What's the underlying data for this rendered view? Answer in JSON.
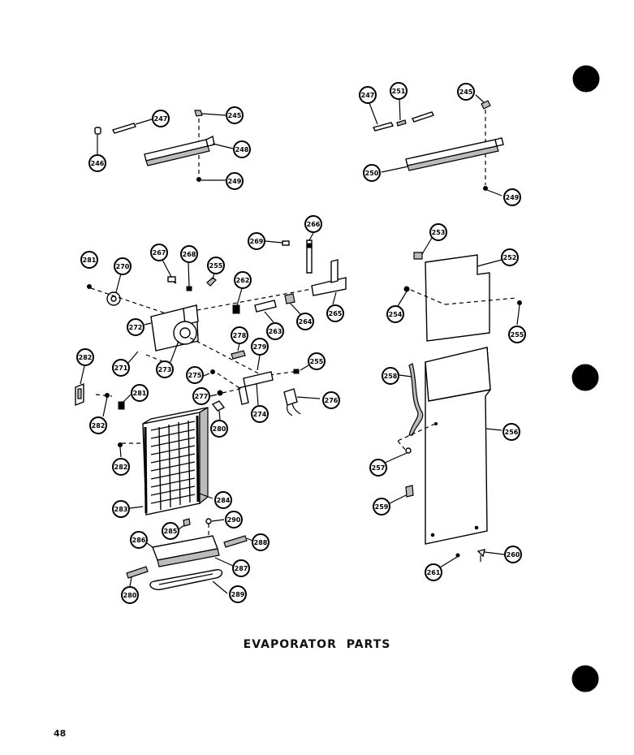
{
  "caption": "EVAPORATOR PARTS",
  "page_number": "48",
  "callouts": [
    {
      "id": "c247a",
      "label": "247"
    },
    {
      "id": "c245a",
      "label": "245"
    },
    {
      "id": "c246",
      "label": "246"
    },
    {
      "id": "c248",
      "label": "248"
    },
    {
      "id": "c249a",
      "label": "249"
    },
    {
      "id": "c247b",
      "label": "247"
    },
    {
      "id": "c251",
      "label": "251"
    },
    {
      "id": "c245b",
      "label": "245"
    },
    {
      "id": "c250",
      "label": "250"
    },
    {
      "id": "c249b",
      "label": "249"
    },
    {
      "id": "c266",
      "label": "266"
    },
    {
      "id": "c269",
      "label": "269"
    },
    {
      "id": "c281a",
      "label": "281"
    },
    {
      "id": "c270",
      "label": "270"
    },
    {
      "id": "c267",
      "label": "267"
    },
    {
      "id": "c268",
      "label": "268"
    },
    {
      "id": "c255a",
      "label": "255"
    },
    {
      "id": "c262",
      "label": "262"
    },
    {
      "id": "c265",
      "label": "265"
    },
    {
      "id": "c264",
      "label": "264"
    },
    {
      "id": "c263",
      "label": "263"
    },
    {
      "id": "c272",
      "label": "272"
    },
    {
      "id": "c278",
      "label": "278"
    },
    {
      "id": "c279",
      "label": "279"
    },
    {
      "id": "c271",
      "label": "271"
    },
    {
      "id": "c273",
      "label": "273"
    },
    {
      "id": "c255b",
      "label": "255"
    },
    {
      "id": "c275",
      "label": "275"
    },
    {
      "id": "c282a",
      "label": "282"
    },
    {
      "id": "c277",
      "label": "277"
    },
    {
      "id": "c276",
      "label": "276"
    },
    {
      "id": "c281b",
      "label": "281"
    },
    {
      "id": "c274",
      "label": "274"
    },
    {
      "id": "c280a",
      "label": "280"
    },
    {
      "id": "c282b",
      "label": "282"
    },
    {
      "id": "c282c",
      "label": "282"
    },
    {
      "id": "c284",
      "label": "284"
    },
    {
      "id": "c283",
      "label": "283"
    },
    {
      "id": "c290",
      "label": "290"
    },
    {
      "id": "c285",
      "label": "285"
    },
    {
      "id": "c286",
      "label": "286"
    },
    {
      "id": "c288",
      "label": "288"
    },
    {
      "id": "c287",
      "label": "287"
    },
    {
      "id": "c280b",
      "label": "280"
    },
    {
      "id": "c289",
      "label": "289"
    },
    {
      "id": "c253",
      "label": "253"
    },
    {
      "id": "c252",
      "label": "252"
    },
    {
      "id": "c254",
      "label": "254"
    },
    {
      "id": "c255c",
      "label": "255"
    },
    {
      "id": "c258",
      "label": "258"
    },
    {
      "id": "c256",
      "label": "256"
    },
    {
      "id": "c257",
      "label": "257"
    },
    {
      "id": "c259",
      "label": "259"
    },
    {
      "id": "c260",
      "label": "260"
    },
    {
      "id": "c261",
      "label": "261"
    }
  ]
}
